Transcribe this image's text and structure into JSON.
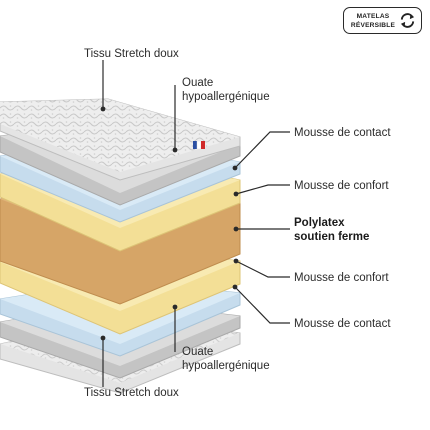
{
  "badge": {
    "line1": "MATELAS",
    "line2": "RÉVERSIBLE",
    "icon": "reverse-arrows-icon"
  },
  "labels": {
    "tissu_top": "Tissu Stretch doux",
    "ouate_top_1": "Ouate",
    "ouate_top_2": "hypoallergénique",
    "contact_top": "Mousse de contact",
    "confort_top": "Mousse de confort",
    "polylatex_1": "Polylatex",
    "polylatex_2": "soutien ferme",
    "confort_bottom": "Mousse de confort",
    "contact_bottom": "Mousse de contact",
    "ouate_bottom_1": "Ouate",
    "ouate_bottom_2": "hypoallergénique",
    "tissu_bottom": "Tissu Stretch doux"
  },
  "colors": {
    "fabric": "#e9e9e9",
    "ouate": "#c4c4c4",
    "contact": "#cfe4f2",
    "confort": "#f6e6a6",
    "polylatex": "#d6a567",
    "leader": "#2a2a2a",
    "flag_blue": "#2b4fa3",
    "flag_red": "#d02a2a"
  }
}
